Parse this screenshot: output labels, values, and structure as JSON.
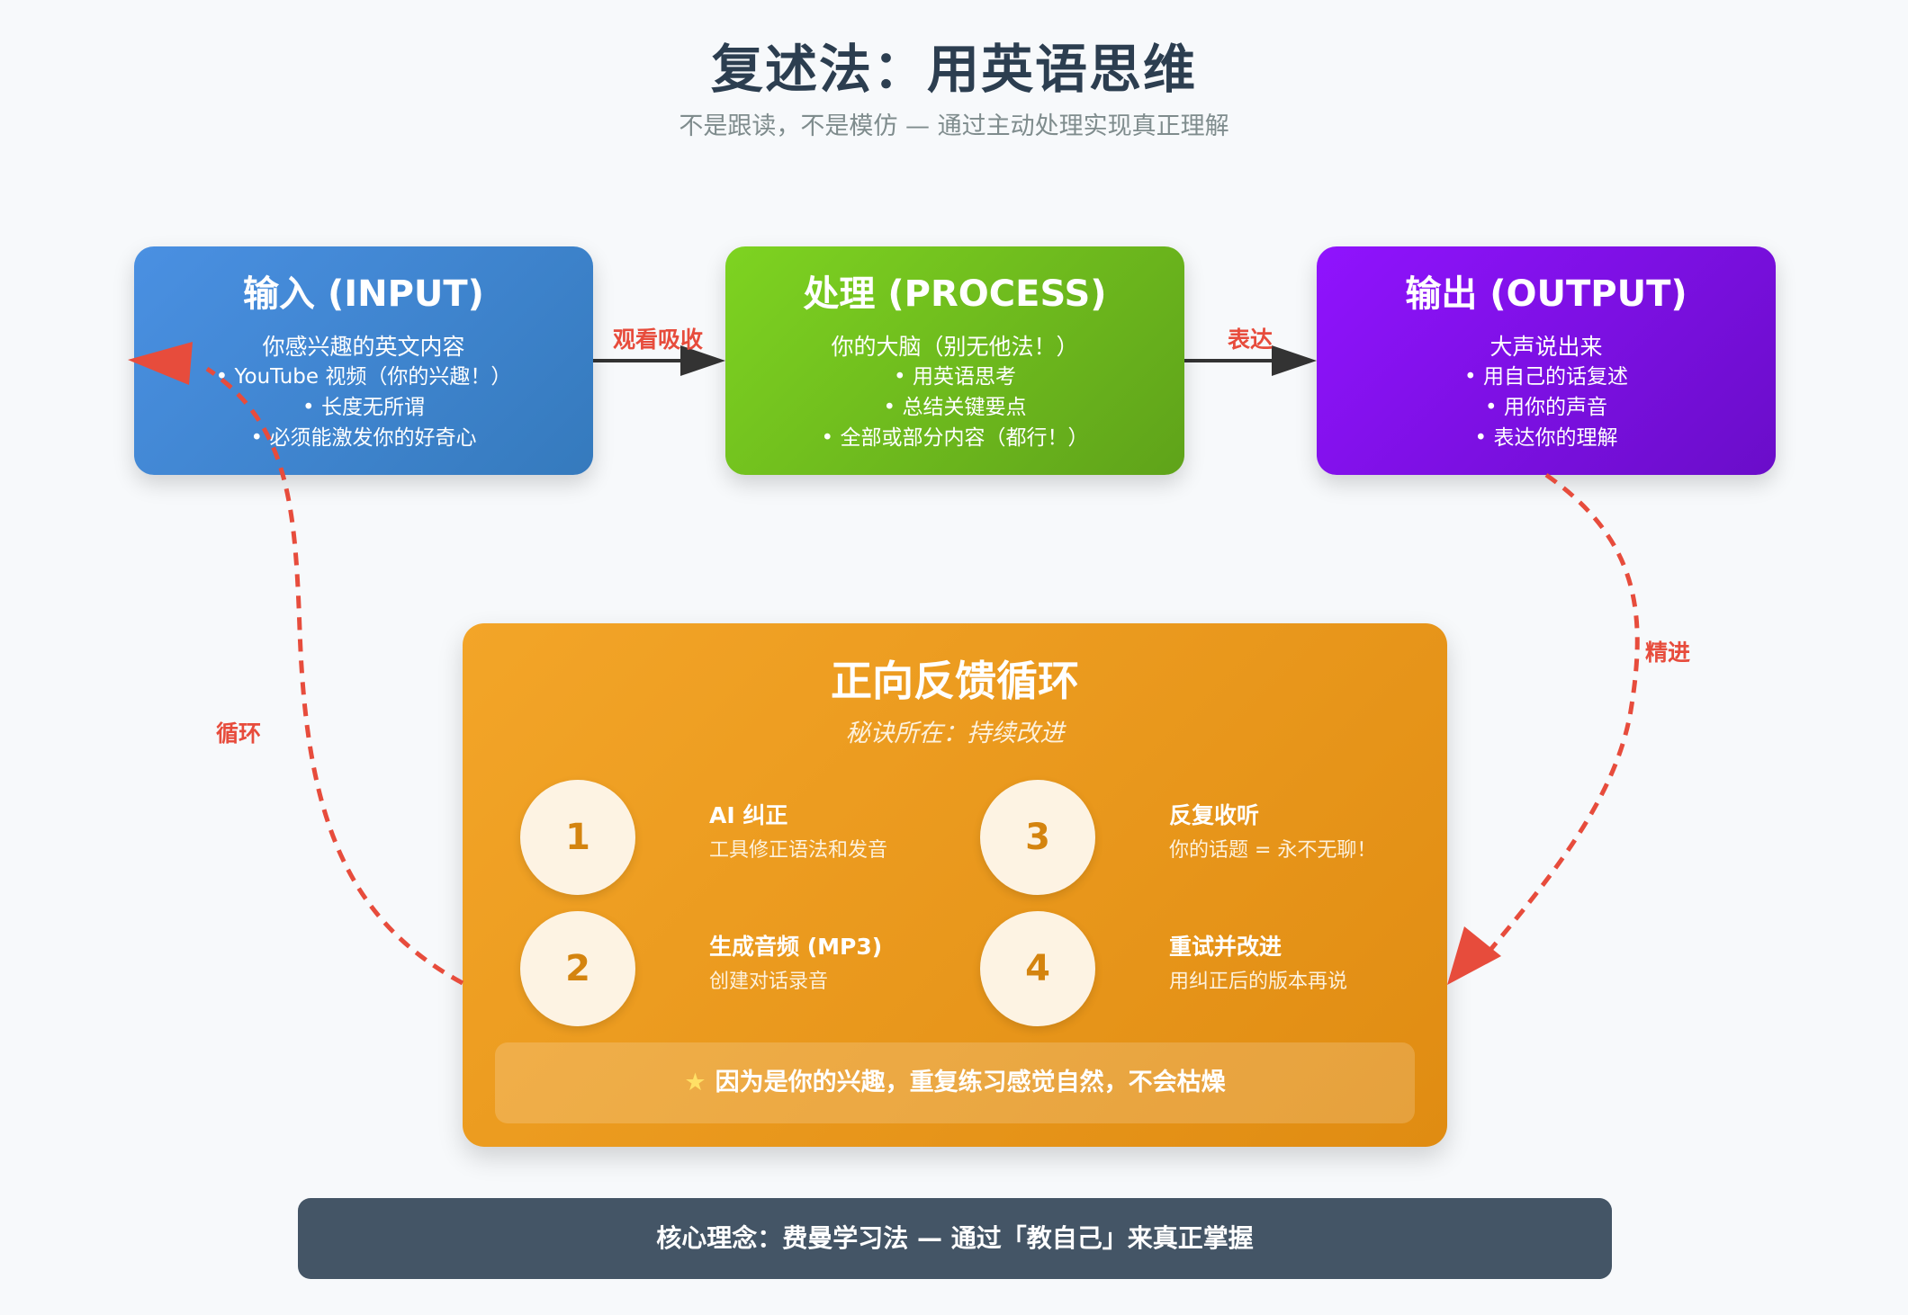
{
  "header": {
    "title": "复述法：用英语思维",
    "subtitle": "不是跟读，不是模仿 — 通过主动处理实现真正理解"
  },
  "flow": {
    "input": {
      "title": "输入 (INPUT)",
      "subtitle": "你感兴趣的英文内容",
      "bullets": [
        "YouTube 视频（你的兴趣！）",
        "长度无所谓",
        "必须能激发你的好奇心"
      ]
    },
    "process": {
      "title": "处理 (PROCESS)",
      "subtitle": "你的大脑（别无他法！）",
      "bullets": [
        "用英语思考",
        "总结关键要点",
        "全部或部分内容（都行！）"
      ]
    },
    "output": {
      "title": "输出 (OUTPUT)",
      "subtitle": "大声说出来",
      "bullets": [
        "用自己的话复述",
        "用你的声音",
        "表达你的理解"
      ]
    },
    "arrow_labels": {
      "absorb": "观看吸收",
      "express": "表达",
      "refine": "精进",
      "loop": "循环"
    },
    "colors": {
      "input": "#4a90e2",
      "process": "#7ed321",
      "output": "#9013fe",
      "loop": "#f3a528",
      "arrow_dashed": "#e74c3c",
      "arrow_solid": "#333333"
    }
  },
  "loop": {
    "title": "正向反馈循环",
    "subtitle": "秘诀所在：持续改进",
    "steps": [
      {
        "num": "1",
        "title": "AI 纠正",
        "desc": "工具修正语法和发音"
      },
      {
        "num": "2",
        "title": "生成音频 (MP3)",
        "desc": "创建对话录音"
      },
      {
        "num": "3",
        "title": "反复收听",
        "desc": "你的话题 = 永不无聊！"
      },
      {
        "num": "4",
        "title": "重试并改进",
        "desc": "用纠正后的版本再说"
      }
    ],
    "tip": "因为是你的兴趣，重复练习感觉自然，不会枯燥",
    "tip_icon": "star-icon"
  },
  "footer": {
    "core_idea": "核心理念：费曼学习法 — 通过「教自己」来真正掌握"
  }
}
